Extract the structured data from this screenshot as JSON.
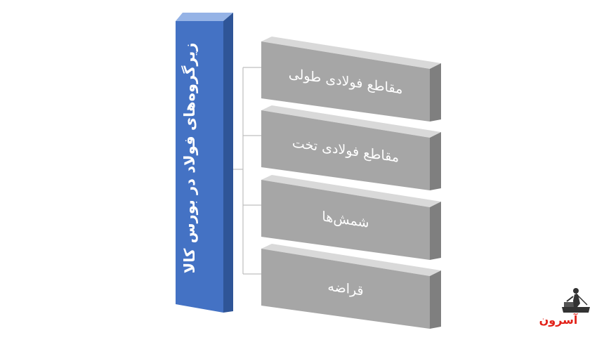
{
  "main_box": {
    "label": "زیرگروه‌های فولاد در بورس کالا",
    "color": "#4472c4"
  },
  "sub_boxes": [
    {
      "label": "مقاطع فولادی طولی"
    },
    {
      "label": "مقاطع فولادی تخت"
    },
    {
      "label": "شمش‌ها"
    },
    {
      "label": "قراضه"
    }
  ],
  "box_color": "#a6a6a6",
  "connector_color": "#bfbfbf",
  "logo": {
    "text": "آسرون",
    "icon": "worker-icon"
  }
}
